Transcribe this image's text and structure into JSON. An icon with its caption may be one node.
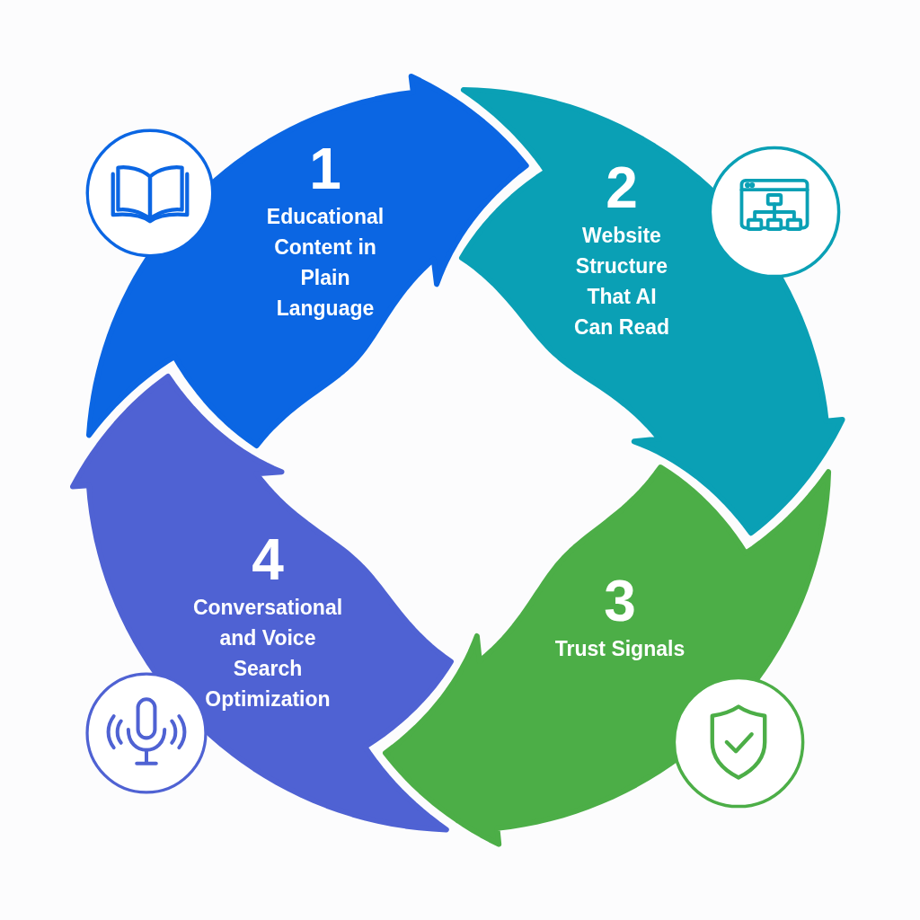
{
  "diagram": {
    "nodes": [
      {
        "text": [
          "1",
          "Educational Content in Plain Language"
        ]
      },
      {
        "text": [
          "2",
          "Website Structure That AI Can Read"
        ]
      },
      {
        "text": [
          "3",
          "Trust Signals"
        ]
      },
      {
        "text": [
          "4",
          "Conversational and Voice Search Optimization"
        ]
      }
    ]
  }
}
